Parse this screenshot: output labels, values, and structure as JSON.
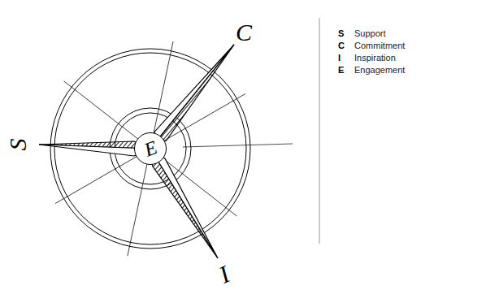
{
  "diagram": {
    "nodes": [
      {
        "text": [
          "E"
        ]
      }
    ],
    "labels": [
      "C",
      "S",
      "I",
      "S",
      "Support",
      "C",
      "Commitment",
      "I",
      "Inspiration",
      "E",
      "Engagement"
    ]
  }
}
